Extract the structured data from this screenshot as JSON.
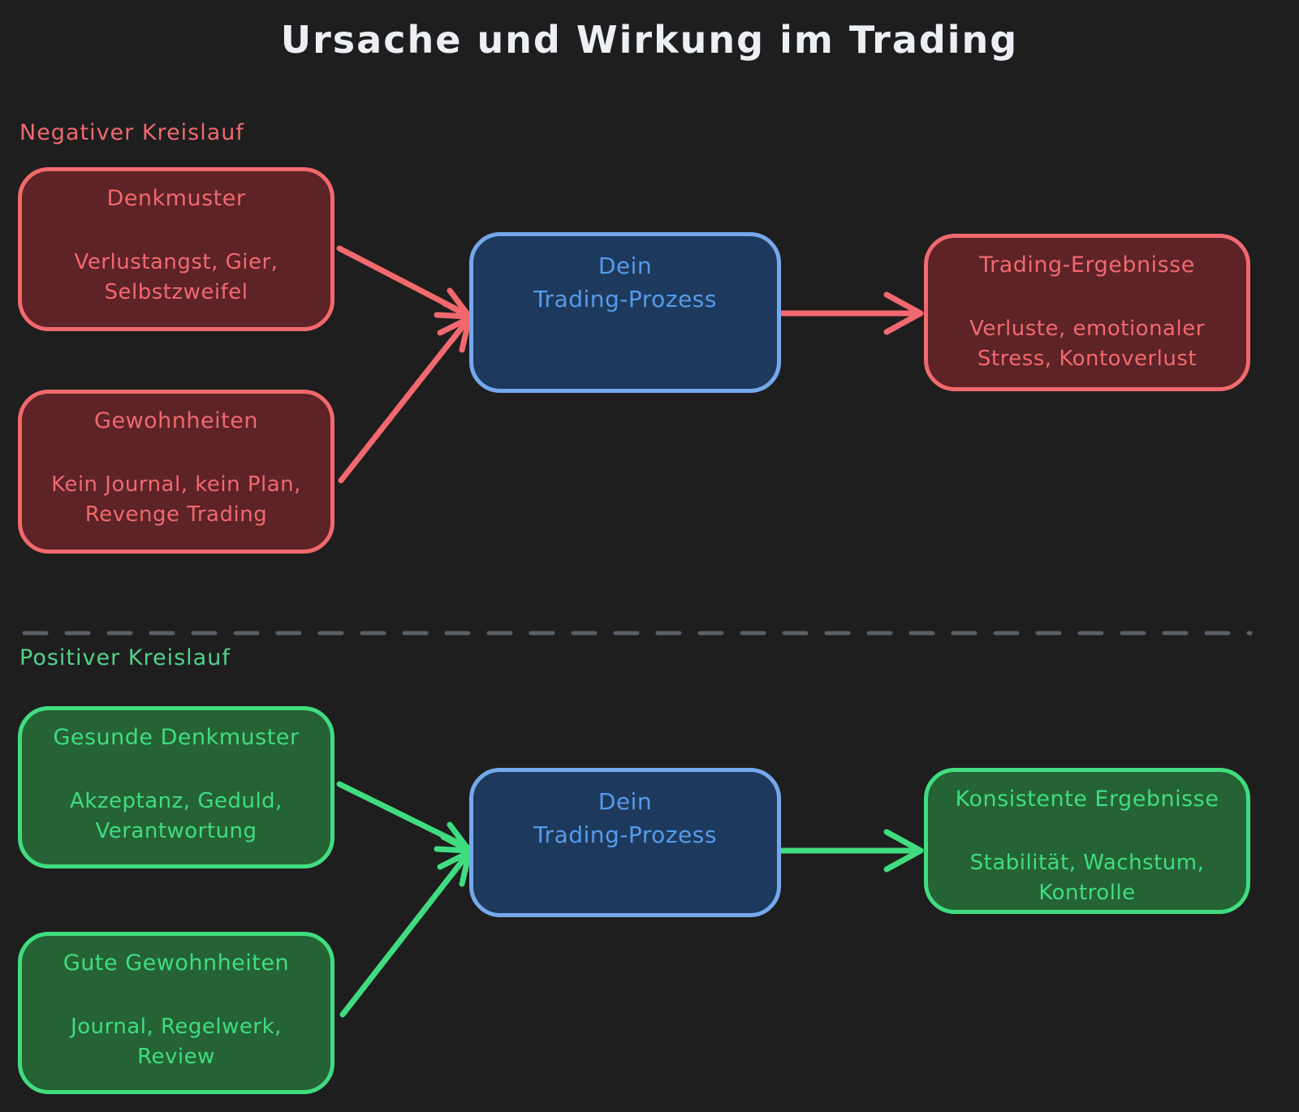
{
  "title": "Ursache und Wirkung im Trading",
  "colors": {
    "background": "#1e1e1e",
    "title_text": "#eceff4",
    "negative_accent": "#f1696e",
    "negative_fill": "#5d2326",
    "positive_accent": "#40dd80",
    "positive_fill": "#256334",
    "positive_label": "#52d389",
    "process_border": "#75a8ec",
    "process_text": "#579ae8",
    "process_fill": "#1d3a5e",
    "divider": "#596068"
  },
  "sections": {
    "negative": {
      "label": "Negativer Kreislauf",
      "causes": [
        {
          "title": "Denkmuster",
          "body": "Verlustangst, Gier, Selbstzweifel"
        },
        {
          "title": "Gewohnheiten",
          "body": "Kein Journal, kein Plan, Revenge Trading"
        }
      ],
      "process": {
        "line1": "Dein",
        "line2": "Trading-Prozess"
      },
      "result": {
        "title": "Trading-Ergebnisse",
        "body": "Verluste, emotionaler Stress, Kontoverlust"
      }
    },
    "positive": {
      "label": "Positiver Kreislauf",
      "causes": [
        {
          "title": "Gesunde Denkmuster",
          "body": "Akzeptanz, Geduld, Verantwortung"
        },
        {
          "title": "Gute Gewohnheiten",
          "body": "Journal, Regelwerk, Review"
        }
      ],
      "process": {
        "line1": "Dein",
        "line2": "Trading-Prozess"
      },
      "result": {
        "title": "Konsistente Ergebnisse",
        "body": "Stabilität, Wachstum, Kontrolle"
      }
    }
  }
}
